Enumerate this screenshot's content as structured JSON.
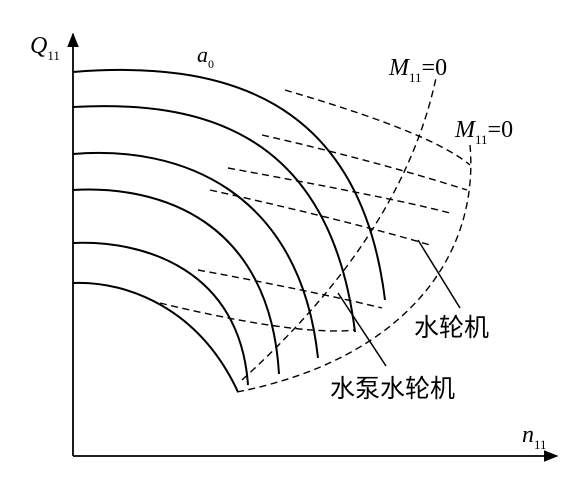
{
  "axes": {
    "y_label_main": "Q",
    "y_label_sub": "11",
    "x_label_main": "n",
    "x_label_sub": "11"
  },
  "curve_label": {
    "main": "a",
    "sub": "0"
  },
  "boundary_labels": [
    {
      "main": "M",
      "sub": "11",
      "suffix": "=0"
    },
    {
      "main": "M",
      "sub": "11",
      "suffix": "=0"
    }
  ],
  "region_labels": {
    "turbine": "水轮机",
    "pump_turbine": "水泵水轮机"
  }
}
